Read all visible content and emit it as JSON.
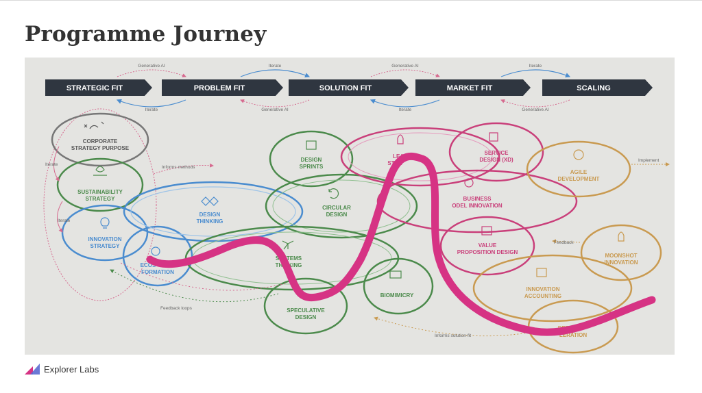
{
  "title": "Programme Journey",
  "stages": [
    "STRATEGIC FIT",
    "PROBLEM FIT",
    "SOLUTION FIT",
    "MARKET FIT",
    "SCALING"
  ],
  "stage_arrows": [
    {
      "top": "Generative AI",
      "bottom": "Iterate"
    },
    {
      "top": "Iterate",
      "bottom": "Generative AI"
    },
    {
      "top": "Generative AI",
      "bottom": "Iterate"
    },
    {
      "top": "Iterate",
      "bottom": "Generative AI"
    }
  ],
  "nodes": [
    {
      "id": "corporate-strategy-purpose",
      "lines": [
        "CORPORATE",
        "STRATEGY PURPOSE"
      ],
      "color": "#777777"
    },
    {
      "id": "sustainability-strategy",
      "lines": [
        "SUSTAINABILITY",
        "STRATEGY"
      ],
      "color": "#4b8a4b"
    },
    {
      "id": "innovation-strategy",
      "lines": [
        "INNOVATION",
        "STRATEGY"
      ],
      "color": "#4a8ccf"
    },
    {
      "id": "ecosystem-formation",
      "lines": [
        "ECOS",
        "FORMATION"
      ],
      "color": "#4a8ccf"
    },
    {
      "id": "design-thinking",
      "lines": [
        "DESIGN",
        "THINKING"
      ],
      "color": "#4a8ccf"
    },
    {
      "id": "design-sprints",
      "lines": [
        "DESIGN",
        "SPRINTS"
      ],
      "color": "#4b8a4b"
    },
    {
      "id": "circular-design",
      "lines": [
        "CIRCULAR",
        "DESIGN"
      ],
      "color": "#4b8a4b"
    },
    {
      "id": "systems-thinking",
      "lines": [
        "SYSTEMS",
        "THINKING"
      ],
      "color": "#4b8a4b"
    },
    {
      "id": "speculative-design",
      "lines": [
        "SPECULATIVE",
        "DESIGN"
      ],
      "color": "#4b8a4b"
    },
    {
      "id": "biomimicry",
      "lines": [
        "BIOMIMICRY"
      ],
      "color": "#4b8a4b"
    },
    {
      "id": "lean-startup",
      "lines": [
        "LEAN",
        "STAR"
      ],
      "color": "#c93f7a"
    },
    {
      "id": "service-design",
      "lines": [
        "SERVICE",
        "DESIGN (XD)"
      ],
      "color": "#c93f7a"
    },
    {
      "id": "business-model-innovation",
      "lines": [
        "BUSINESS",
        "ODEL INNOVATION"
      ],
      "color": "#c93f7a"
    },
    {
      "id": "value-proposition-design",
      "lines": [
        "VALUE",
        "PROPOSITION DESIGN"
      ],
      "color": "#c93f7a"
    },
    {
      "id": "agile-development",
      "lines": [
        "AGILE",
        "DEVELOPMENT"
      ],
      "color": "#c99a50"
    },
    {
      "id": "moonshot-innovation",
      "lines": [
        "MOONSHOT",
        "INNOVATION"
      ],
      "color": "#c99a50"
    },
    {
      "id": "innovation-accounting",
      "lines": [
        "INNOVATION",
        "ACCOUNTING"
      ],
      "color": "#c99a50"
    },
    {
      "id": "deep-acceleration",
      "lines": [
        "DEE",
        "LERATION"
      ],
      "color": "#c99a50"
    }
  ],
  "annotations": {
    "iterate_1": "Iterate",
    "iterate_2": "Iterate",
    "informs_methods": "Informs methods",
    "implement": "Implement",
    "feedback": "Feedback",
    "feedback_loops": "Feedback loops",
    "informs_solution_fit": "Informs solution-fit"
  },
  "colors": {
    "journey_line": "#d63384",
    "stage_banner": "#2f3640",
    "strategy_grey": "#777777",
    "green": "#4b8a4b",
    "blue": "#4a8ccf",
    "pink": "#c93f7a",
    "orange": "#c99a50"
  },
  "logo_text": "Explorer Labs"
}
